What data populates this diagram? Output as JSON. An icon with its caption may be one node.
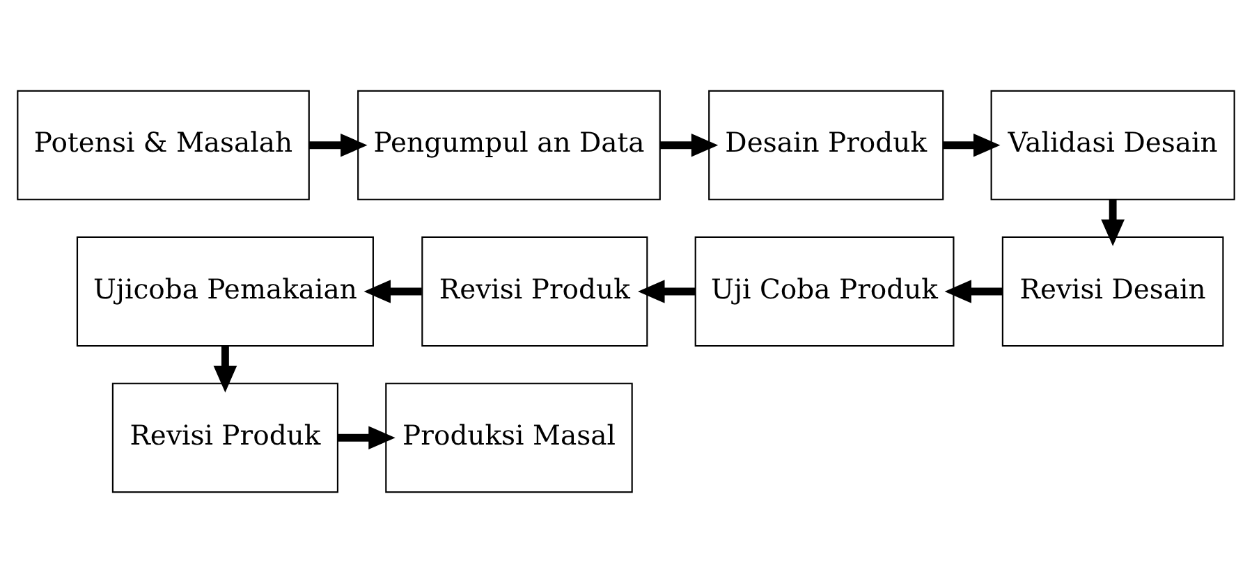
{
  "diagram": {
    "nodes": [
      {
        "text": [
          "Potensi & Masalah"
        ]
      },
      {
        "text": [
          "Pengumpul an Data"
        ]
      },
      {
        "text": [
          "Desain Produk"
        ]
      },
      {
        "text": [
          "Validasi Desain"
        ]
      },
      {
        "text": [
          "Ujicoba Pemakaian"
        ]
      },
      {
        "text": [
          "Revisi Produk"
        ]
      },
      {
        "text": [
          "Uji Coba Produk"
        ]
      },
      {
        "text": [
          "Revisi Desain"
        ]
      },
      {
        "text": [
          "Revisi Produk"
        ]
      },
      {
        "text": [
          "Produksi Masal"
        ]
      }
    ],
    "edges": [
      {
        "from": 0,
        "to": 1,
        "arrow": "to"
      },
      {
        "from": 1,
        "to": 2,
        "arrow": "to"
      },
      {
        "from": 2,
        "to": 3,
        "arrow": "to"
      },
      {
        "from": 3,
        "to": 7,
        "arrow": "to"
      },
      {
        "from": 7,
        "to": 6,
        "arrow": "to"
      },
      {
        "from": 6,
        "to": 5,
        "arrow": "to"
      },
      {
        "from": 5,
        "to": 4,
        "arrow": "to"
      },
      {
        "from": 4,
        "to": 8,
        "arrow": "to"
      },
      {
        "from": 8,
        "to": 9,
        "arrow": "to"
      }
    ]
  }
}
